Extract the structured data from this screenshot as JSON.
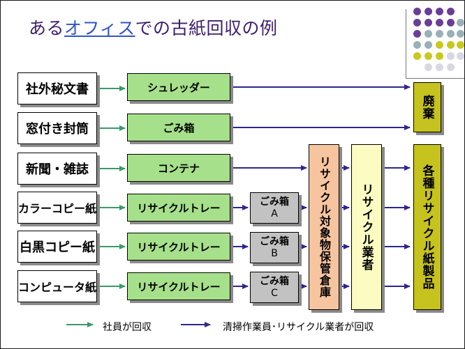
{
  "title": {
    "prefix": "ある",
    "accent": "オフィス",
    "suffix": "での",
    "tail": "古紙回収の例"
  },
  "sources": [
    "社外秘文書",
    "窓付き封筒",
    "新聞・雑誌",
    "カラーコピー紙",
    "白黒コピー紙",
    "コンピュータ紙"
  ],
  "first_stage": [
    "シュレッダー",
    "ごみ箱",
    "コンテナ",
    "リサイクルトレー",
    "リサイクルトレー",
    "リサイクルトレー"
  ],
  "trash_boxes": [
    {
      "label": "ごみ箱",
      "letter": "A"
    },
    {
      "label": "ごみ箱",
      "letter": "B"
    },
    {
      "label": "ごみ箱",
      "letter": "C"
    }
  ],
  "warehouse": "リサイクル対象物保管倉庫",
  "vendor": "リサイクル業者",
  "disposal": "廃棄",
  "products": "各種リサイクル紙製品",
  "legend": {
    "employee": "社員が回収",
    "contractor": "清掃作業員･リサイクル業者が回収"
  },
  "colors": {
    "employee_arrow": "#3a9a6a",
    "contractor_arrow": "#2d2690",
    "green_box": "#a6e08a",
    "gray_box": "#c2c2c2",
    "warehouse_box": "#f6c49e",
    "vendor_box": "#fbfbc2",
    "output_box": "#c6c21e",
    "title_color": "#3c1e6e",
    "title_accent": "#2d55c8"
  }
}
